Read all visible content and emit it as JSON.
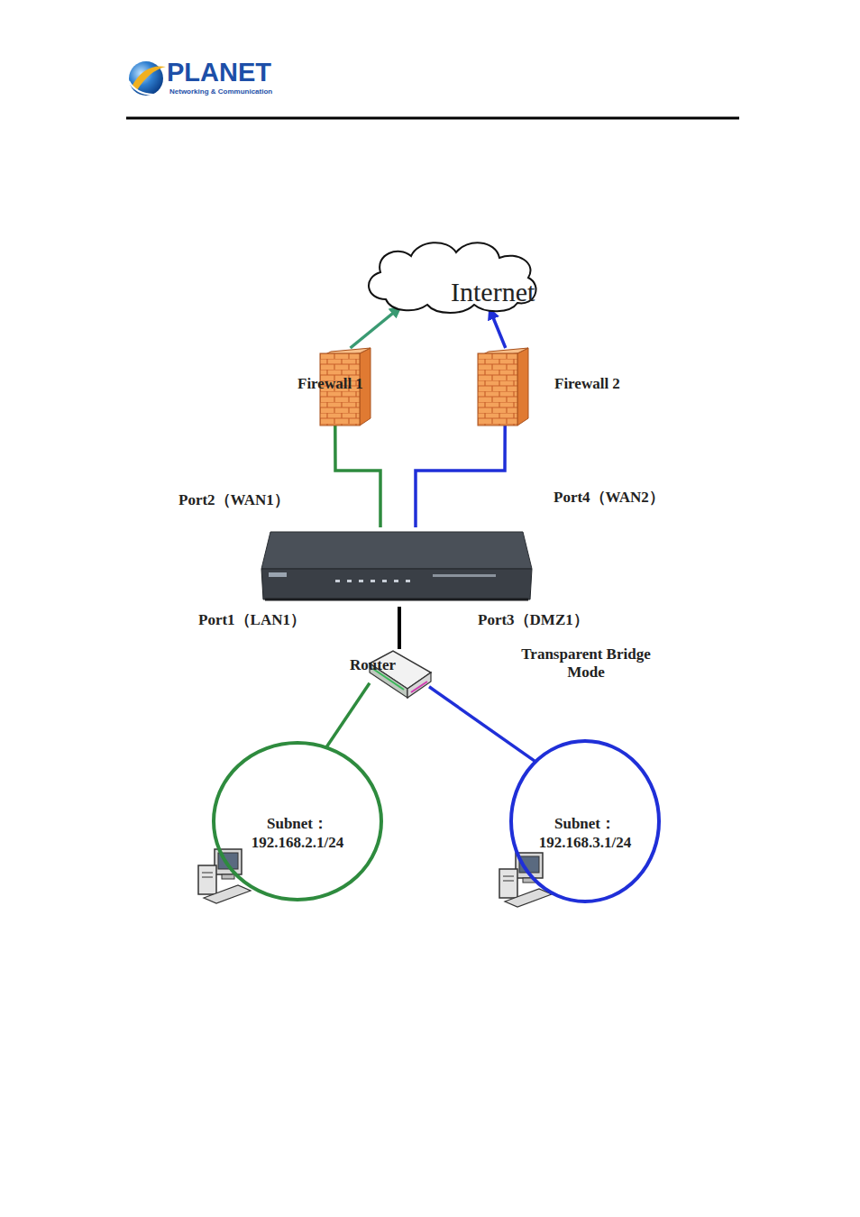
{
  "diagram": {
    "nodes": [
      {
        "text": [
          "Internet"
        ]
      },
      {
        "text": [
          "Firewall 1"
        ]
      },
      {
        "text": [
          "Firewall 2"
        ]
      },
      {
        "text": [
          "Port2（WAN1）",
          "Port4（WAN2）",
          "Port1（LAN1）",
          "Port3（DMZ1）"
        ]
      },
      {
        "text": [
          "Router"
        ]
      },
      {
        "text": [
          "Subnet： 192.168.2.1/24"
        ]
      },
      {
        "text": [
          "Subnet： 192.168.3.1/24"
        ]
      }
    ],
    "edges": [
      {
        "from": 1,
        "to": 0,
        "arrow": "to"
      },
      {
        "from": 2,
        "to": 0,
        "arrow": "to"
      },
      {
        "from": 3,
        "to": 1,
        "arrow": "none"
      },
      {
        "from": 3,
        "to": 2,
        "arrow": "none"
      },
      {
        "from": 3,
        "to": 4,
        "arrow": "none"
      },
      {
        "from": 4,
        "to": 5,
        "arrow": "none"
      },
      {
        "from": 4,
        "to": 6,
        "arrow": "none"
      }
    ],
    "labels": [
      "PLANET",
      "Networking & Communication",
      "Transparent Bridge Mode"
    ]
  }
}
